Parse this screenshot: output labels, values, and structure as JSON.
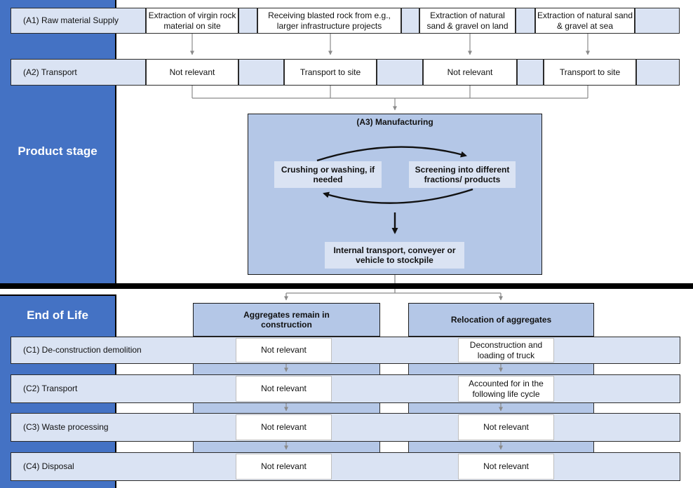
{
  "sidebar": {
    "product_stage": "Product stage",
    "end_of_life": "End of Life"
  },
  "product_stage": {
    "a1": {
      "label": "(A1) Raw material Supply",
      "cells": [
        "Extraction of virgin rock material on site",
        "Receiving blasted rock from e.g., larger infrastructure projects",
        "Extraction of natural sand & gravel on land",
        "Extraction of natural sand & gravel at sea"
      ]
    },
    "a2": {
      "label": "(A2) Transport",
      "cells": [
        "Not relevant",
        "Transport to site",
        "Not relevant",
        "Transport to site"
      ]
    },
    "a3": {
      "title": "(A3) Manufacturing",
      "crushing": "Crushing or washing, if needed",
      "screening": "Screening into different fractions/ products",
      "internal": "Internal transport, conveyer or vehicle to stockpile"
    }
  },
  "end_of_life": {
    "headers": [
      "Aggregates remain in construction",
      "Relocation of aggregates"
    ],
    "rows": [
      {
        "label": "(C1) De-construction demolition",
        "col1": "Not relevant",
        "col2": "Deconstruction and loading of truck"
      },
      {
        "label": "(C2) Transport",
        "col1": "Not relevant",
        "col2": "Accounted for in the following life cycle"
      },
      {
        "label": "(C3) Waste processing",
        "col1": "Not relevant",
        "col2": "Not relevant"
      },
      {
        "label": "(C4) Disposal",
        "col1": "Not relevant",
        "col2": "Not relevant"
      }
    ]
  },
  "colors": {
    "sidebar-blue": "#4472C4",
    "medium-blue": "#B4C7E7",
    "light-blue": "#DAE3F3",
    "divider": "#000000",
    "arrow-gray": "#8a8a8a",
    "arrow-black": "#111111"
  }
}
